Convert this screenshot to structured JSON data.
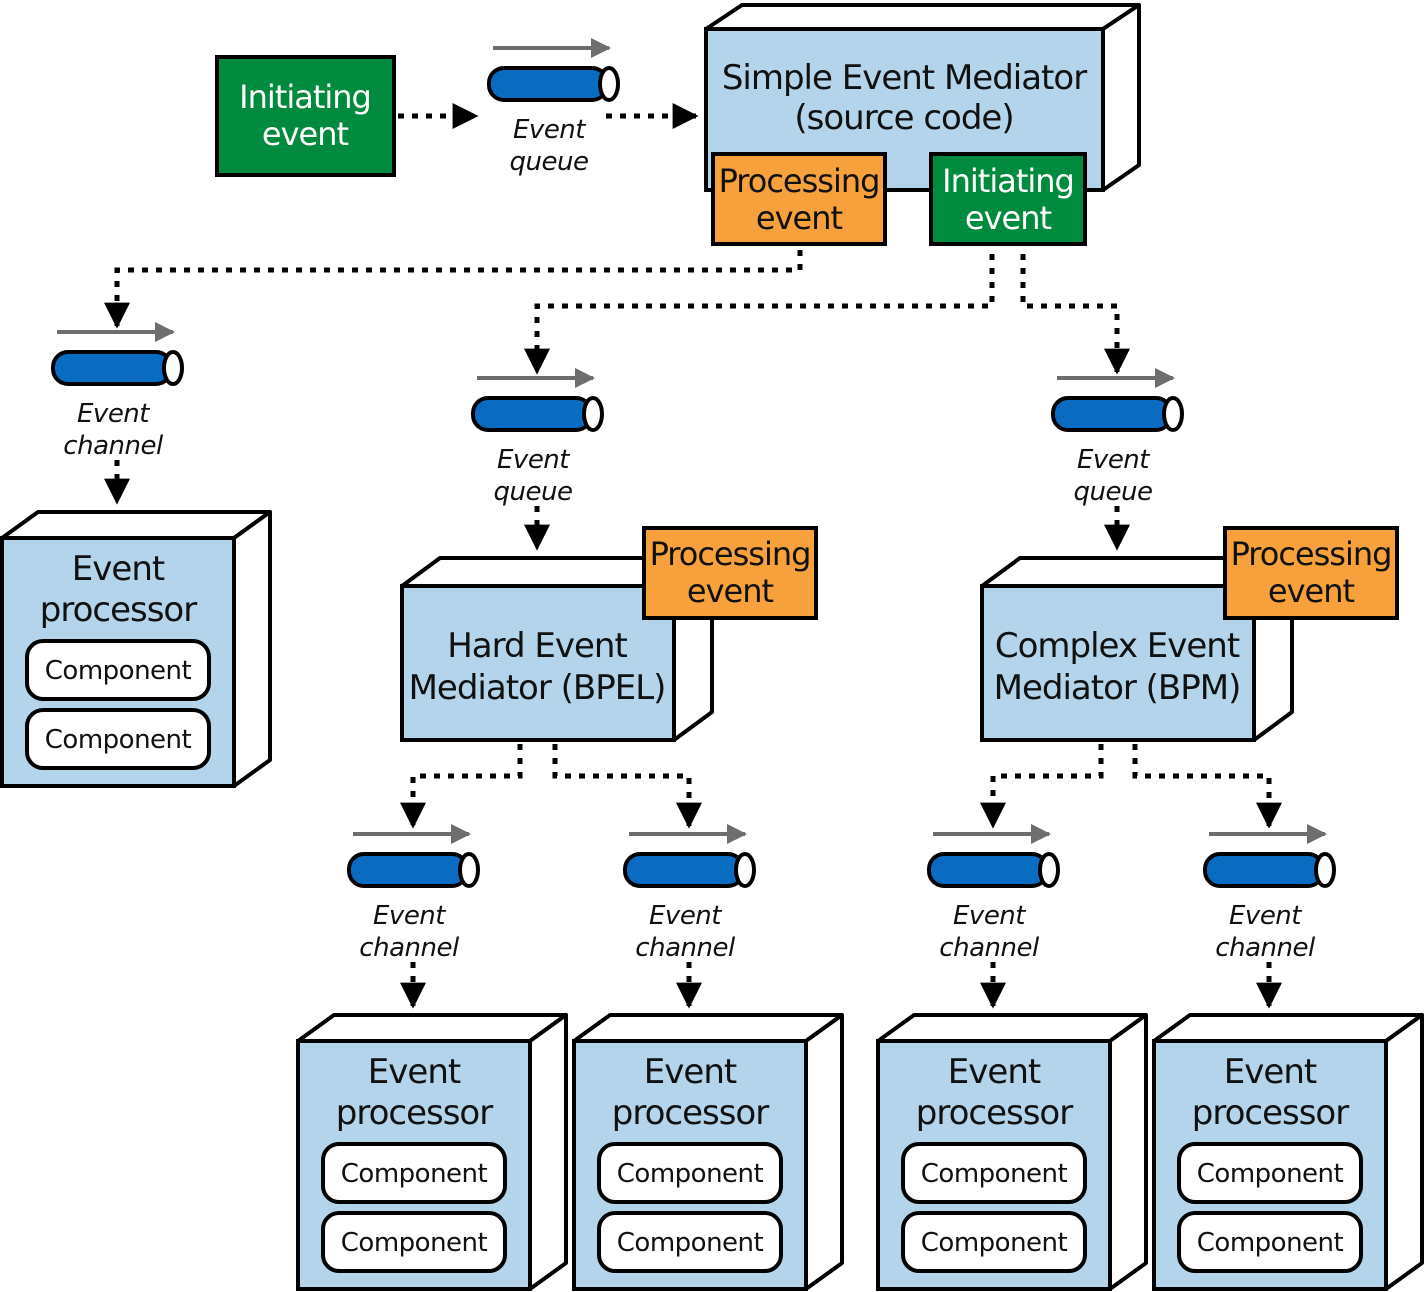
{
  "colors": {
    "box_blue": "#b3d4ea",
    "green": "#008a3e",
    "orange": "#f7a13c",
    "queue_blue": "#0a6cc0",
    "arrow_gray": "#6e6e6e"
  },
  "mediator": {
    "line1": "Simple Event Mediator",
    "line2": "(source code)"
  },
  "hard_mediator": {
    "line1": "Hard Event",
    "line2": "Mediator (BPEL)"
  },
  "complex_mediator": {
    "line1": "Complex Event",
    "line2": "Mediator (BPM)"
  },
  "initiating_event": {
    "line1": "Initiating",
    "line2": "event"
  },
  "processing_event": {
    "line1": "Processing",
    "line2": "event"
  },
  "event_queue": {
    "line1": "Event",
    "line2": "queue"
  },
  "event_channel": {
    "line1": "Event",
    "line2": "channel"
  },
  "event_processor": {
    "line1": "Event",
    "line2": "processor"
  },
  "component_label": "Component",
  "icons": [
    "queue-icon",
    "flow-arrow-icon"
  ]
}
